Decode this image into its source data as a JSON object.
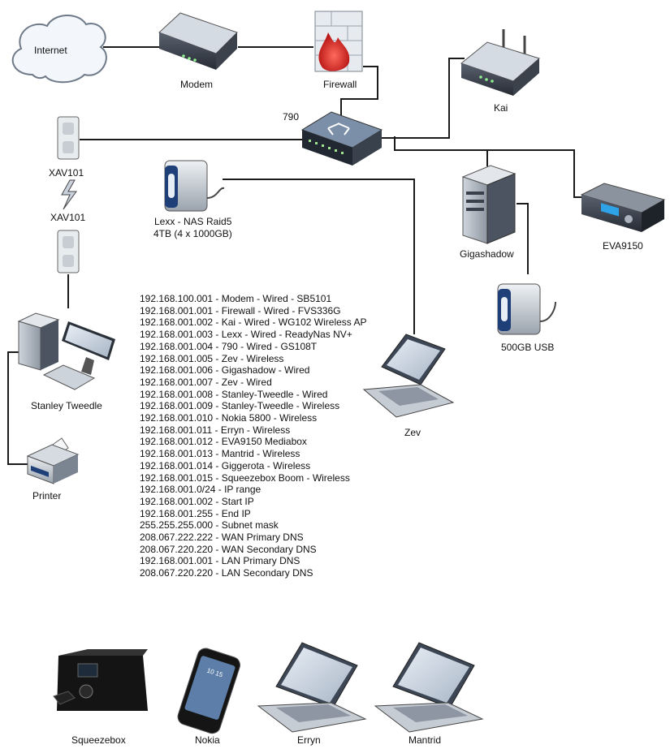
{
  "devices": {
    "internet": "Internet",
    "modem": "Modem",
    "firewall": "Firewall",
    "switch": "790",
    "kai": "Kai",
    "xav_top": "XAV101",
    "xav_bottom": "XAV101",
    "lexx_line1": "Lexx - NAS Raid5",
    "lexx_line2": "4TB (4 x 1000GB)",
    "gigashadow": "Gigashadow",
    "eva": "EVA9150",
    "usb": "500GB USB",
    "stanley": "Stanley Tweedle",
    "printer": "Printer",
    "zev": "Zev",
    "squeezebox": "Squeezebox",
    "nokia": "Nokia",
    "erryn": "Erryn",
    "mantrid": "Mantrid"
  },
  "nokia_screen_time": "10 15",
  "ip_table": [
    "192.168.100.001 - Modem - Wired - SB5101",
    "192.168.001.001 - Firewall - Wired - FVS336G",
    "192.168.001.002 - Kai - Wired - WG102 Wireless AP",
    "192.168.001.003 - Lexx - Wired - ReadyNas NV+",
    "192.168.001.004 - 790 - Wired - GS108T",
    "192.168.001.005 - Zev - Wireless",
    "192.168.001.006 - Gigashadow - Wired",
    "192.168.001.007 - Zev - Wired",
    "192.168.001.008 - Stanley-Tweedle - Wired",
    "192.168.001.009 - Stanley-Tweedle - Wireless",
    "192.168.001.010 - Nokia 5800 - Wireless",
    "192.168.001.011 - Erryn - Wireless",
    "192.168.001.012 - EVA9150 Mediabox",
    "192.168.001.013 - Mantrid - Wireless",
    "192.168.001.014 - Giggerota - Wireless",
    "192.168.001.015 - Squeezebox Boom - Wireless",
    "192.168.001.0/24 - IP range",
    "192.168.001.002 - Start IP",
    "192.168.001.255 - End IP",
    "255.255.255.000 - Subnet mask",
    "208.067.222.222 - WAN Primary DNS",
    "208.067.220.220 - WAN Secondary DNS",
    "192.168.001.001 - LAN Primary DNS",
    "208.067.220.220 - LAN Secondary DNS"
  ]
}
